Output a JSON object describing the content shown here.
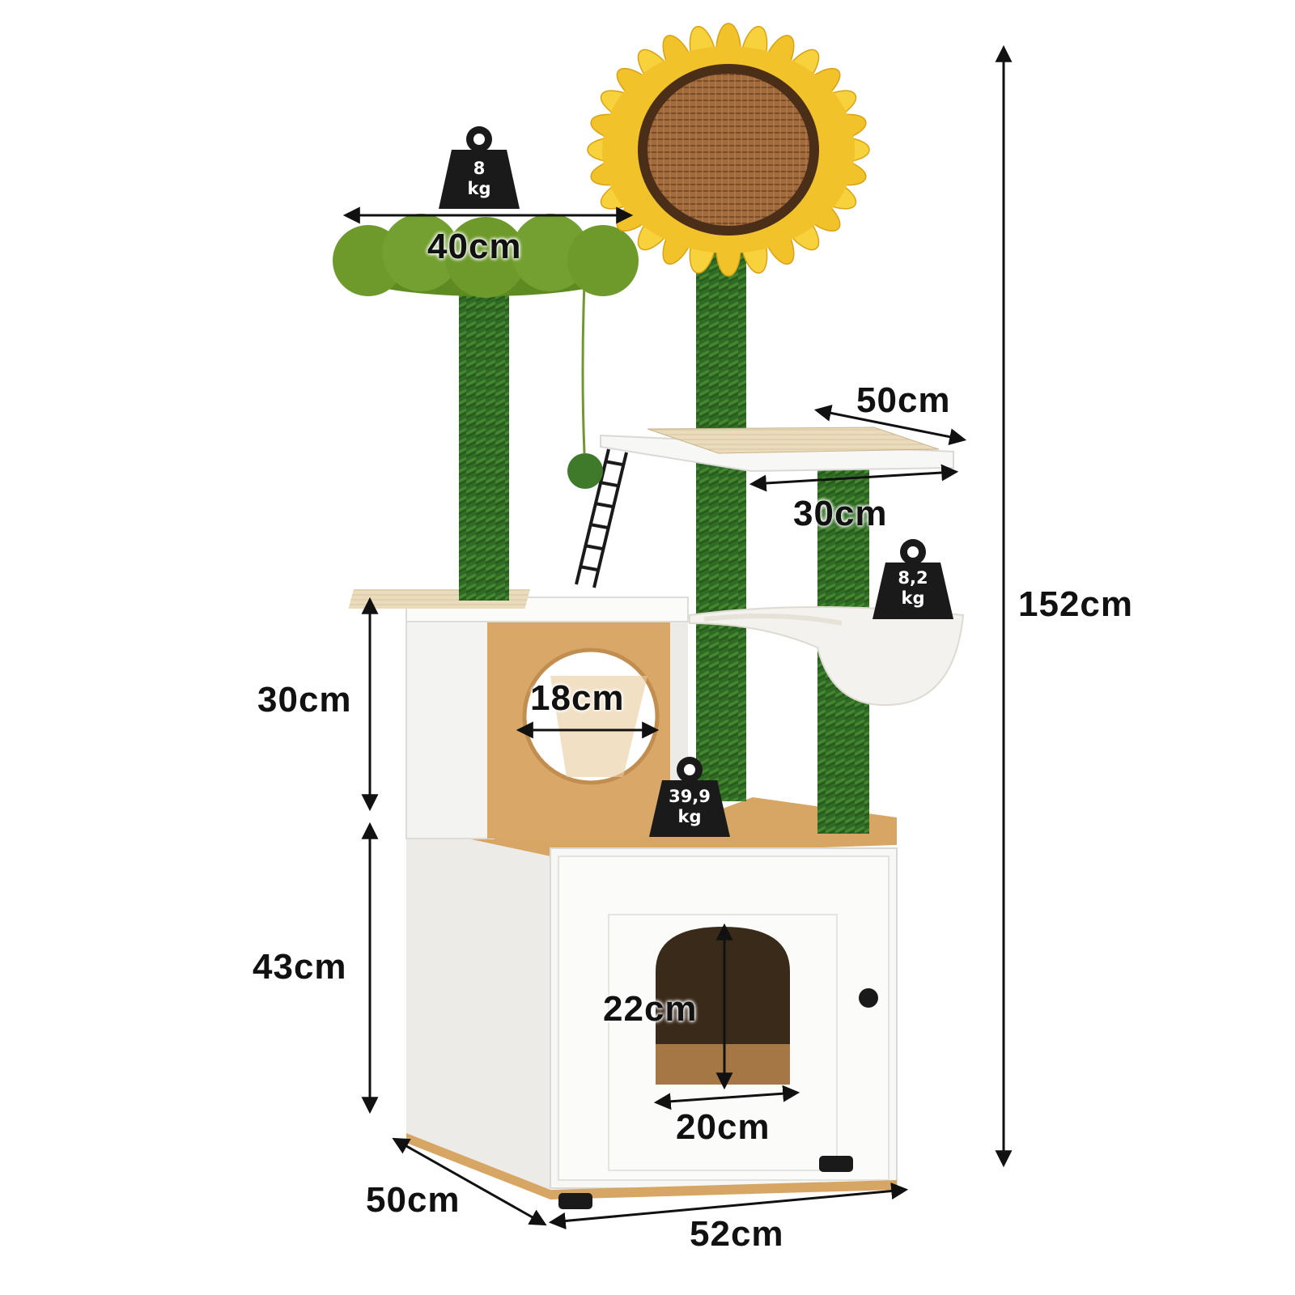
{
  "dimensions": {
    "perch_width": "40cm",
    "platform_length": "50cm",
    "platform_width": "30cm",
    "total_height": "152cm",
    "upper_cube_height": "30cm",
    "upper_hole_diameter": "18cm",
    "cabinet_height": "43cm",
    "door_opening_height": "22cm",
    "door_opening_width": "20cm",
    "base_depth": "50cm",
    "base_width": "52cm"
  },
  "weights": {
    "perch": {
      "value": "8",
      "unit": "kg"
    },
    "hammock": {
      "value": "8,2",
      "unit": "kg"
    },
    "cabinet": {
      "value": "39,9",
      "unit": "kg"
    }
  },
  "colors": {
    "sunflower_petals": "#f2c22a",
    "sisal_green": "#2f6b25",
    "perch_green": "#6e9a2c",
    "wood": "#d7a665",
    "cabinet_white": "#f7f7f5"
  }
}
